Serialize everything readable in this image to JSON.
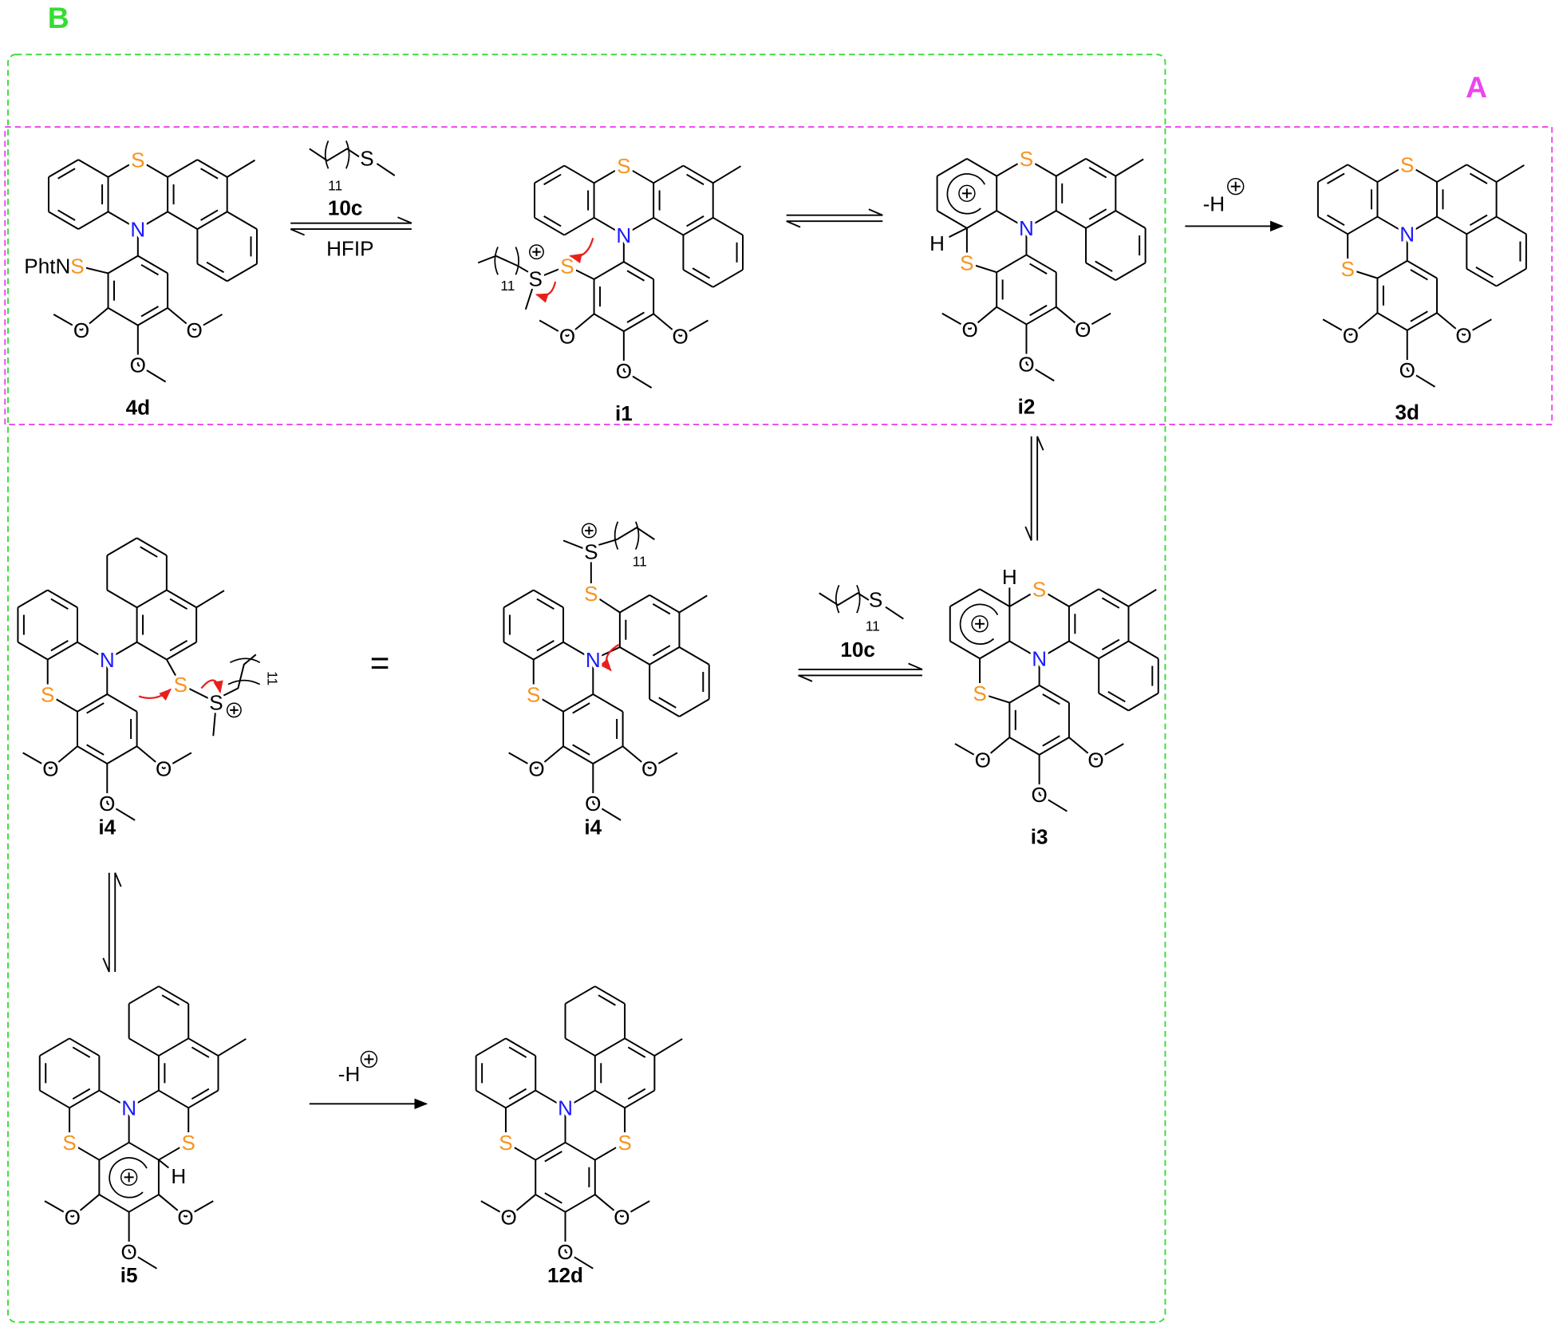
{
  "panel_labels": {
    "A": "A",
    "B": "B"
  },
  "atoms": {
    "S": "S",
    "N": "N",
    "O": "O",
    "H": "H",
    "PhtN": "PhtN"
  },
  "compounds": {
    "c4d": "4d",
    "i1": "i1",
    "i2": "i2",
    "c3d": "3d",
    "i3": "i3",
    "i4a": "i4",
    "i4b": "i4",
    "i5": "i5",
    "c12d": "12d"
  },
  "reagents": {
    "reagent": "10c",
    "solvent": "HFIP",
    "chain_count": "11",
    "minus_H": "-H"
  },
  "equals": "=",
  "colors": {
    "sulfur": "#f7931e",
    "nitrogen": "#1a1aff",
    "arrow_red": "#e8201c",
    "box_A": "#ee44ee",
    "box_B": "#33dd33",
    "bond": "#000000"
  }
}
